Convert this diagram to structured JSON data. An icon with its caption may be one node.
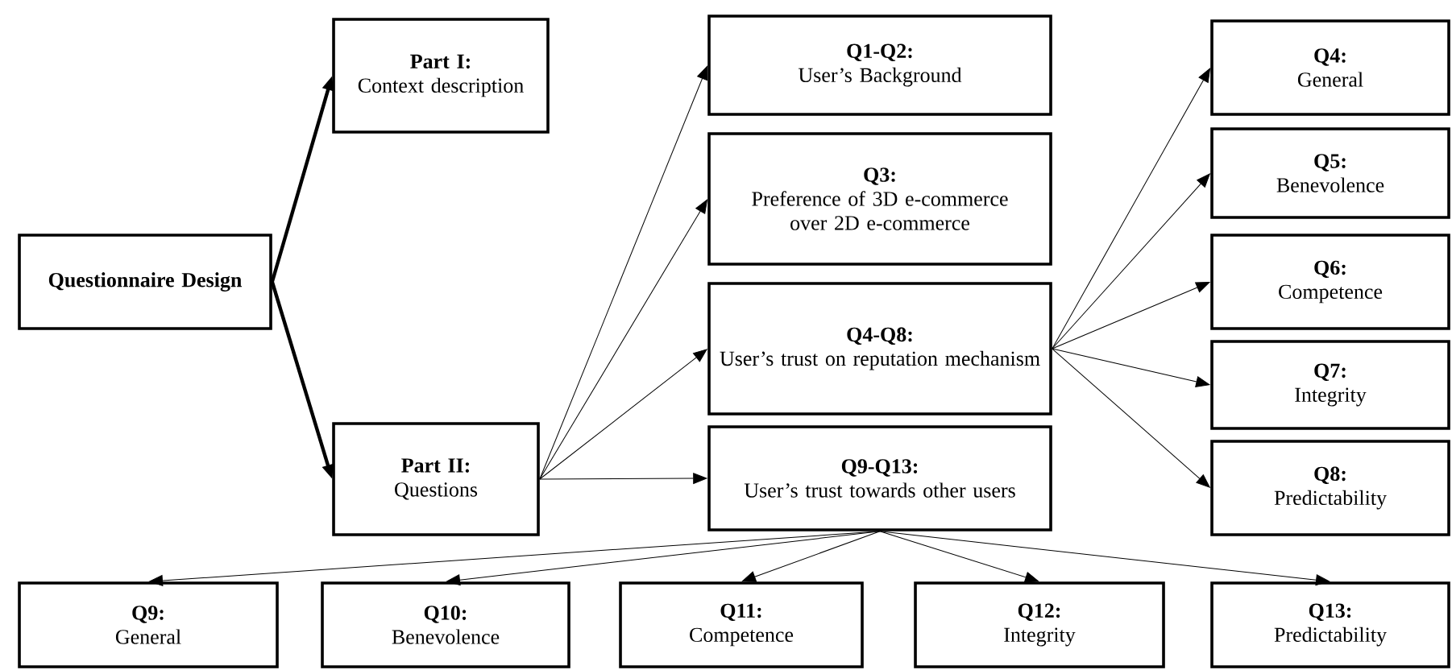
{
  "diagram": {
    "nodes": [
      {
        "text": [
          "Questionnaire Design"
        ]
      },
      {
        "text": [
          "Part I:",
          "Context description"
        ]
      },
      {
        "text": [
          "Part II:",
          "Questions"
        ]
      },
      {
        "text": [
          "Q1-Q2:",
          "User’s Background"
        ]
      },
      {
        "text": [
          "Q3:",
          "Preference of 3D e-commerce over 2D e-commerce"
        ]
      },
      {
        "text": [
          "Q4-Q8:",
          "User’s trust on reputation mechanism"
        ]
      },
      {
        "text": [
          "Q9-Q13:",
          "User’s trust towards other users"
        ]
      },
      {
        "text": [
          "Q4:",
          "General"
        ]
      },
      {
        "text": [
          "Q5:",
          "Benevolence"
        ]
      },
      {
        "text": [
          "Q6:",
          "Competence"
        ]
      },
      {
        "text": [
          "Q7:",
          "Integrity"
        ]
      },
      {
        "text": [
          "Q8:",
          "Predictability"
        ]
      },
      {
        "text": [
          "Q9:",
          "General"
        ]
      },
      {
        "text": [
          "Q10:",
          "Benevolence"
        ]
      },
      {
        "text": [
          "Q11:",
          "Competence"
        ]
      },
      {
        "text": [
          "Q12:",
          "Integrity"
        ]
      },
      {
        "text": [
          "Q13:",
          "Predictability"
        ]
      }
    ],
    "edges": [
      {
        "from": 0,
        "to": 1,
        "arrow": "to",
        "style": "thick"
      },
      {
        "from": 0,
        "to": 2,
        "arrow": "to",
        "style": "thick"
      },
      {
        "from": 2,
        "to": 3,
        "arrow": "to"
      },
      {
        "from": 2,
        "to": 4,
        "arrow": "to"
      },
      {
        "from": 2,
        "to": 5,
        "arrow": "to"
      },
      {
        "from": 2,
        "to": 6,
        "arrow": "to"
      },
      {
        "from": 5,
        "to": 7,
        "arrow": "to"
      },
      {
        "from": 5,
        "to": 8,
        "arrow": "to"
      },
      {
        "from": 5,
        "to": 9,
        "arrow": "to"
      },
      {
        "from": 5,
        "to": 10,
        "arrow": "to"
      },
      {
        "from": 5,
        "to": 11,
        "arrow": "to"
      },
      {
        "from": 6,
        "to": 12,
        "arrow": "to"
      },
      {
        "from": 6,
        "to": 13,
        "arrow": "to"
      },
      {
        "from": 6,
        "to": 14,
        "arrow": "to"
      },
      {
        "from": 6,
        "to": 15,
        "arrow": "to"
      },
      {
        "from": 6,
        "to": 16,
        "arrow": "to"
      }
    ]
  }
}
